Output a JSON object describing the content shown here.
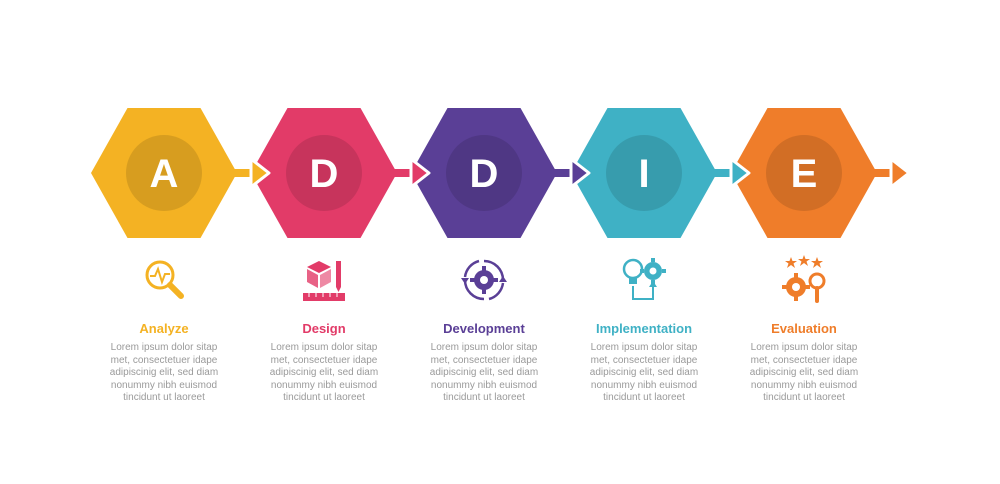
{
  "steps": [
    {
      "letter": "A",
      "title": "Analyze",
      "color": "#f4b223",
      "icon": "magnifier-pulse-icon",
      "desc": [
        "Lorem ipsum dolor sitap",
        "met, consectetuer idape",
        "adipiscinig elit, sed diam",
        "nonummy nibh euismod",
        "tincidunt ut laoreet"
      ]
    },
    {
      "letter": "D",
      "title": "Design",
      "color": "#e23b68",
      "icon": "cube-ruler-pencil-icon",
      "desc": [
        "Lorem ipsum dolor sitap",
        "met, consectetuer idape",
        "adipiscinig elit, sed diam",
        "nonummy nibh euismod",
        "tincidunt ut laoreet"
      ]
    },
    {
      "letter": "D",
      "title": "Development",
      "color": "#5a3f96",
      "icon": "gear-cycle-icon",
      "desc": [
        "Lorem ipsum dolor sitap",
        "met, consectetuer idape",
        "adipiscinig elit, sed diam",
        "nonummy nibh euismod",
        "tincidunt ut laoreet"
      ]
    },
    {
      "letter": "I",
      "title": "Implementation",
      "color": "#3fb1c5",
      "icon": "bulb-gear-icon",
      "desc": [
        "Lorem ipsum dolor sitap",
        "met, consectetuer idape",
        "adipiscinig elit, sed diam",
        "nonummy nibh euismod",
        "tincidunt ut laoreet"
      ]
    },
    {
      "letter": "E",
      "title": "Evaluation",
      "color": "#ef7d2a",
      "icon": "stars-gear-magnifier-icon",
      "desc": [
        "Lorem ipsum dolor sitap",
        "met, consectetuer idape",
        "adipiscinig elit, sed diam",
        "nonummy nibh euismod",
        "tincidunt ut laoreet"
      ]
    }
  ],
  "side_id": "760256684"
}
